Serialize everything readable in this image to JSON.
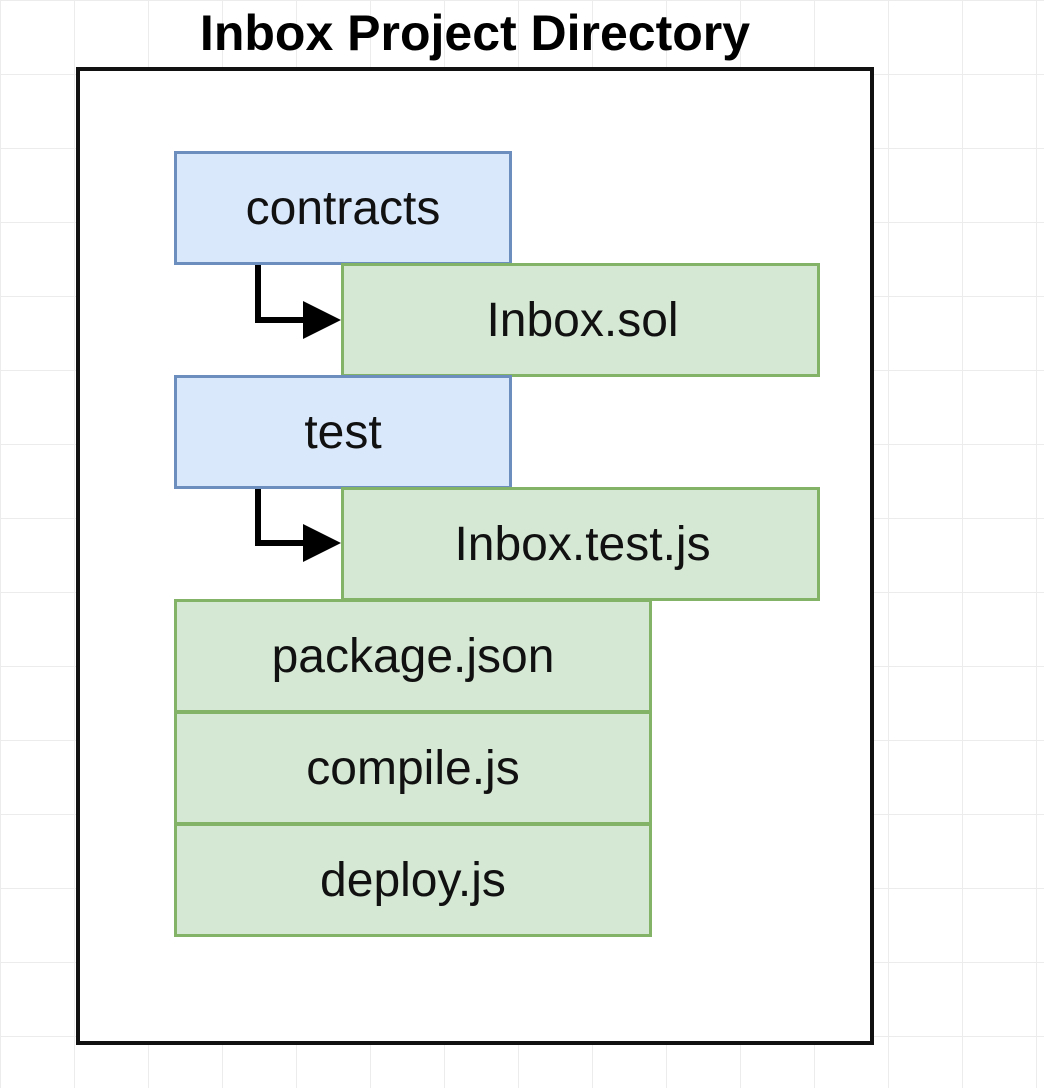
{
  "title": "Inbox Project Directory",
  "folders": [
    {
      "label": "contracts",
      "child": "Inbox.sol"
    },
    {
      "label": "test",
      "child": "Inbox.test.js"
    }
  ],
  "root_files": [
    {
      "label": "package.json"
    },
    {
      "label": "compile.js"
    },
    {
      "label": "deploy.js"
    }
  ],
  "colors": {
    "folder_fill": "#dae8fc",
    "folder_stroke": "#6c8ebf",
    "file_fill": "#d5e8d4",
    "file_stroke": "#82b366",
    "frame_stroke": "#111111",
    "arrow": "#000000"
  }
}
